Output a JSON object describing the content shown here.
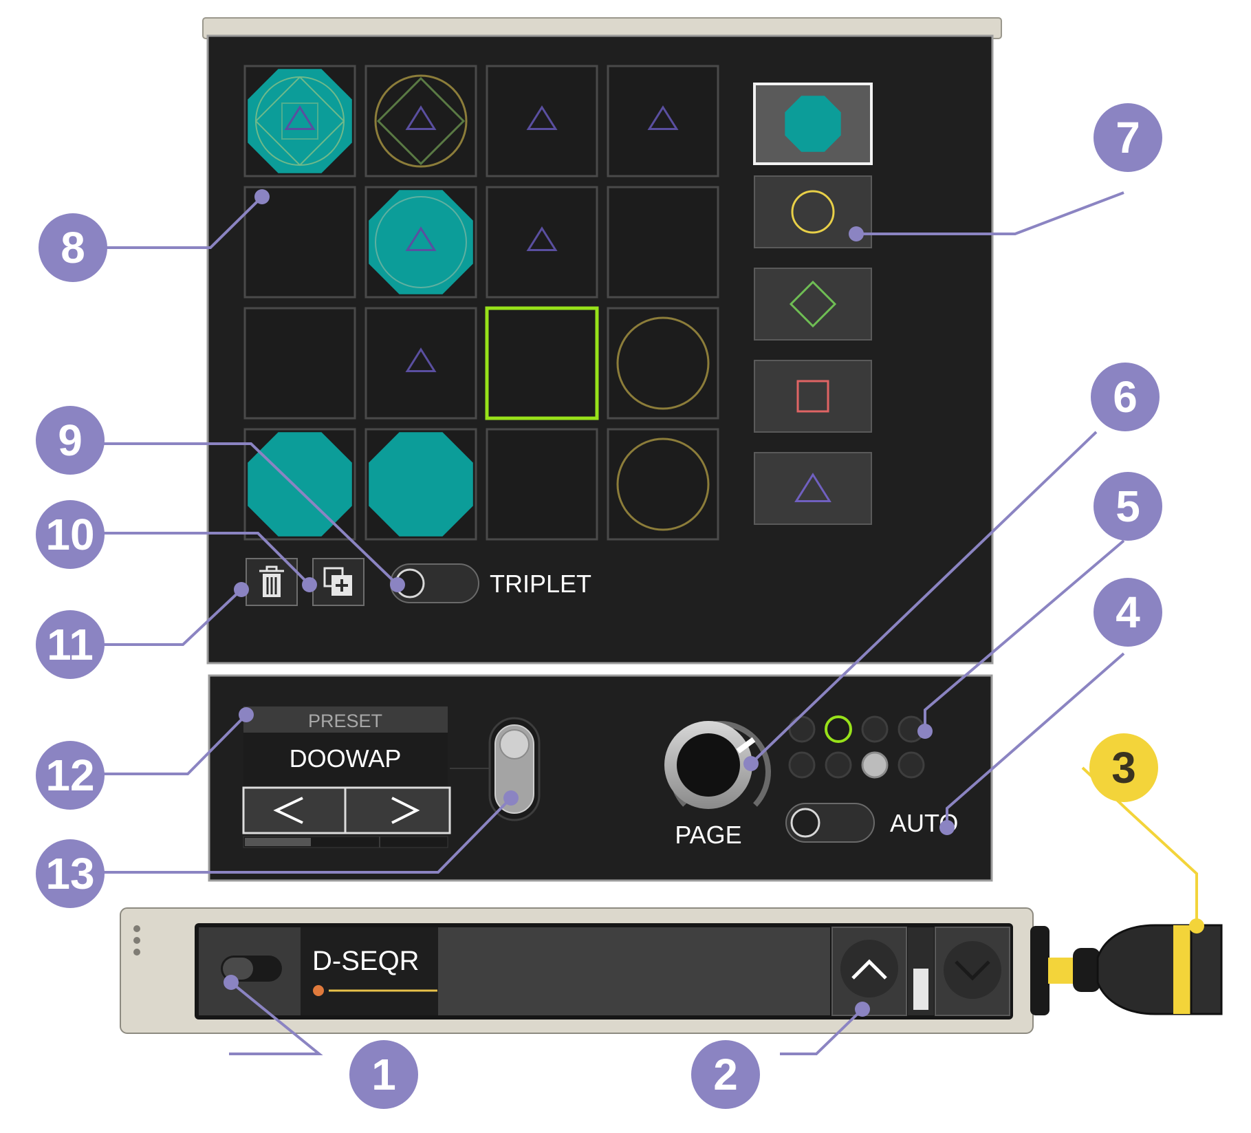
{
  "grid": {
    "rows": [
      [
        "octagon-diamond-triangle",
        "circle-diamond-triangle",
        "triangle",
        "triangle"
      ],
      [
        "empty",
        "octagon-triangle",
        "triangle",
        "empty"
      ],
      [
        "empty",
        "triangle",
        "selected",
        "circle"
      ],
      [
        "octagon",
        "octagon",
        "empty",
        "circle"
      ]
    ]
  },
  "palette": {
    "items": [
      "octagon",
      "circle",
      "diamond",
      "square",
      "triangle"
    ],
    "selected_index": 0
  },
  "triplet_toggle": {
    "label": "TRIPLET",
    "on": false
  },
  "preset": {
    "header": "PRESET",
    "name": "DOOWAP",
    "prev_symbol": "<",
    "next_symbol": ">"
  },
  "page_knob": {
    "label": "PAGE"
  },
  "page_leds": {
    "count": 8,
    "active_index": 1,
    "lit_index": 6
  },
  "auto_toggle": {
    "label": "AUTO",
    "on": false
  },
  "module_bar": {
    "name": "D-SEQR"
  },
  "colors": {
    "teal": "#0c9d99",
    "callout_purple": "#8b84c2",
    "callout_yellow": "#f3d43a",
    "highlight_green": "#98e21a",
    "panel_dark": "#1f1f1f",
    "triangle_purple": "#5a4fa0",
    "circle_gold": "#8c7d3a"
  },
  "callouts": [
    {
      "number": "1",
      "target": "module-power-switch"
    },
    {
      "number": "2",
      "target": "scroll-up-button"
    },
    {
      "number": "3",
      "target": "cable-plug"
    },
    {
      "number": "4",
      "target": "auto-toggle"
    },
    {
      "number": "5",
      "target": "page-leds"
    },
    {
      "number": "6",
      "target": "page-knob"
    },
    {
      "number": "7",
      "target": "shape-palette"
    },
    {
      "number": "8",
      "target": "step-grid"
    },
    {
      "number": "9",
      "target": "triplet-toggle"
    },
    {
      "number": "10",
      "target": "duplicate-button"
    },
    {
      "number": "11",
      "target": "delete-button"
    },
    {
      "number": "12",
      "target": "preset-selector"
    },
    {
      "number": "13",
      "target": "preset-slider"
    }
  ]
}
